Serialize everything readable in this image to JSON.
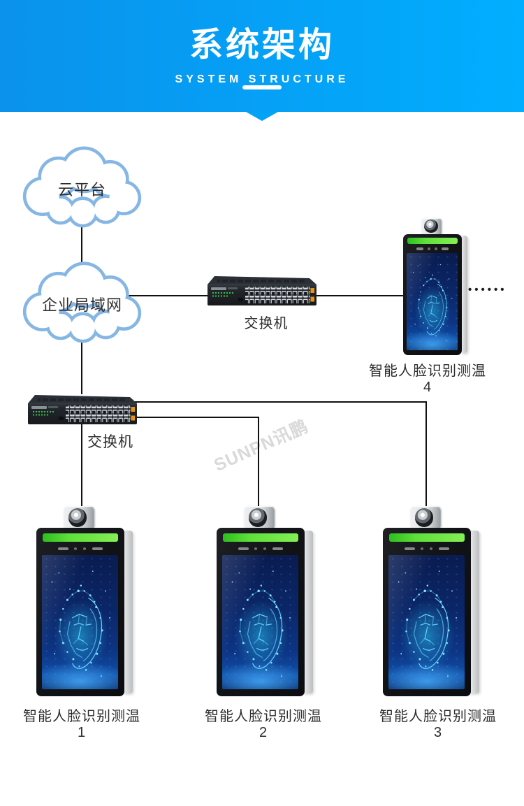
{
  "header": {
    "title": "系统架构",
    "subtitle": "SYSTEM STRUCTURE",
    "background_gradient_left": "#0a92ec",
    "background_gradient_right": "#01aeff"
  },
  "diagram": {
    "cloud_platform": {
      "label": "云平台"
    },
    "enterprise_lan": {
      "label": "企业局域网"
    },
    "switch_top": {
      "label": "交换机"
    },
    "switch_left": {
      "label": "交换机"
    },
    "device_labels": [
      "智能人脸识别测温1",
      "智能人脸识别测温2",
      "智能人脸识别测温3",
      "智能人脸识别测温4"
    ],
    "ellipsis": "••••••",
    "watermark": "SUNPN讯鹏",
    "colors": {
      "cloud_outline": "#85b6e4",
      "connector_line": "#101010",
      "device_status_bar": "#52d73f",
      "device_screen_blue": "#0c2a78",
      "switch_body": "#23262c"
    }
  }
}
